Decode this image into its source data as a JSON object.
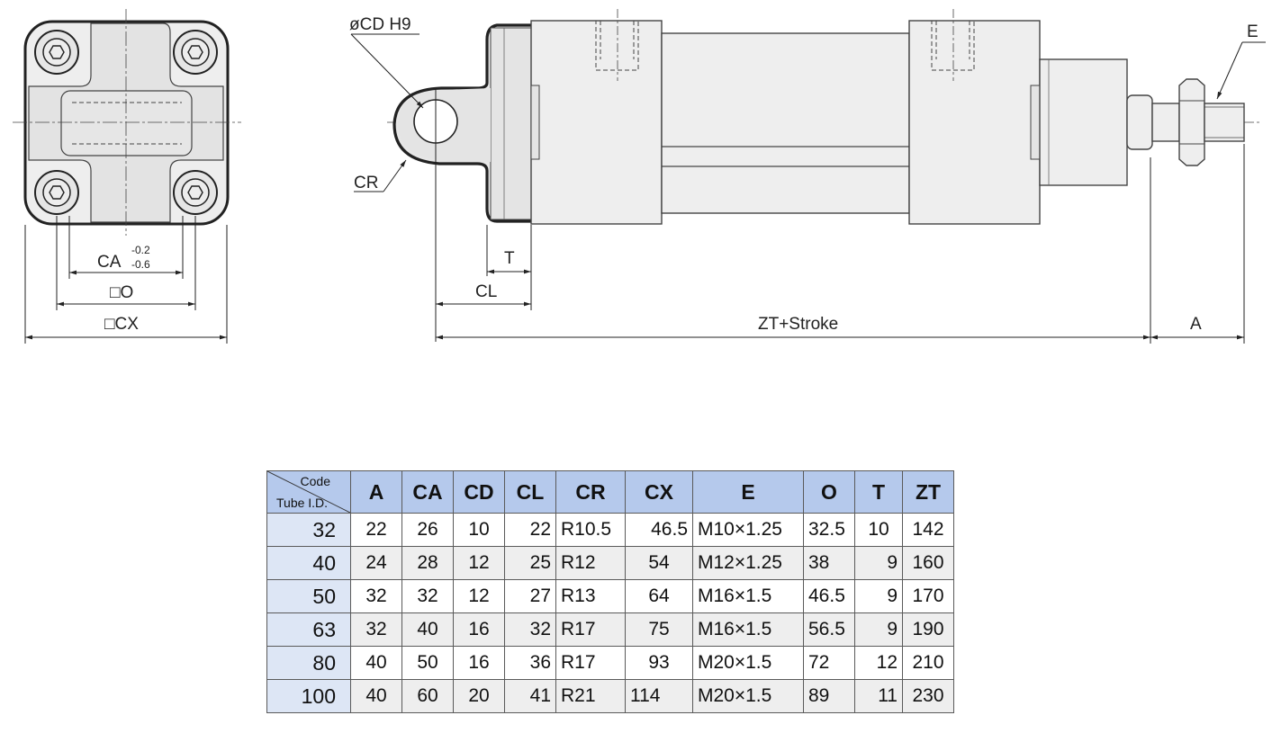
{
  "drawing": {
    "labels": {
      "cd": "øCD H9",
      "cr": "CR",
      "ca": "CA",
      "ca_tol_upper": "-0.2",
      "ca_tol_lower": "-0.6",
      "o": "□O",
      "cx": "□CX",
      "t": "T",
      "cl": "CL",
      "zt": "ZT+Stroke",
      "a": "A",
      "e": "E"
    }
  },
  "table": {
    "corner_top": "Code",
    "corner_bottom": "Tube I.D.",
    "columns": [
      "A",
      "CA",
      "CD",
      "CL",
      "CR",
      "CX",
      "E",
      "O",
      "T",
      "ZT"
    ],
    "rows": [
      {
        "id": "32",
        "cells": [
          "22",
          "26",
          "10",
          "22",
          "R10.5",
          "46.5",
          "M10×1.25",
          "32.5",
          "10",
          "142"
        ]
      },
      {
        "id": "40",
        "cells": [
          "24",
          "28",
          "12",
          "25",
          "R12",
          "54",
          "M12×1.25",
          "38",
          "9",
          "160"
        ]
      },
      {
        "id": "50",
        "cells": [
          "32",
          "32",
          "12",
          "27",
          "R13",
          "64",
          "M16×1.5",
          "46.5",
          "9",
          "170"
        ]
      },
      {
        "id": "63",
        "cells": [
          "32",
          "40",
          "16",
          "32",
          "R17",
          "75",
          "M16×1.5",
          "56.5",
          "9",
          "190"
        ]
      },
      {
        "id": "80",
        "cells": [
          "40",
          "50",
          "16",
          "36",
          "R17",
          "93",
          "M20×1.5",
          "72",
          "12",
          "210"
        ]
      },
      {
        "id": "100",
        "cells": [
          "40",
          "60",
          "20",
          "41",
          "R21",
          "114",
          "M20×1.5",
          "89",
          "11",
          "230"
        ]
      }
    ]
  }
}
